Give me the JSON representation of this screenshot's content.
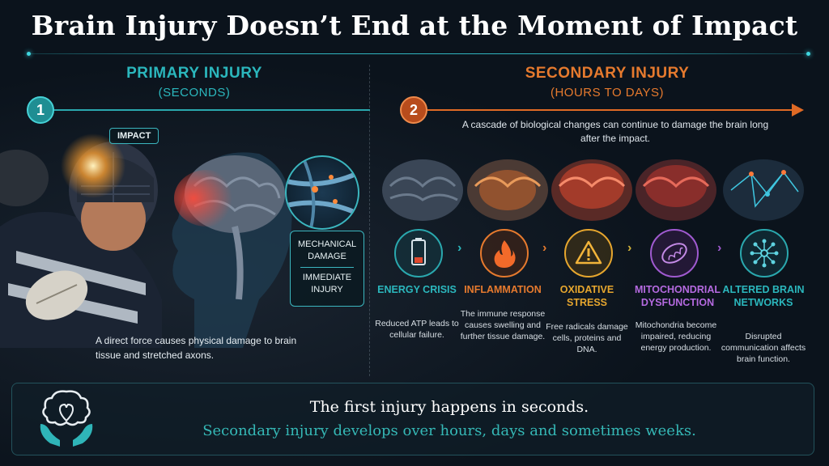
{
  "title": "Brain Injury Doesn’t End at the Moment of Impact",
  "colors": {
    "teal": "#2bb7bd",
    "orange": "#e67a2e",
    "yellow": "#e6a62e",
    "purple": "#b56ae0",
    "background": "#0b131c"
  },
  "primary": {
    "number": "1",
    "title": "PRIMARY INJURY",
    "timing": "(SECONDS)",
    "impact_label": "IMPACT",
    "effects": [
      "MECHANICAL DAMAGE",
      "IMMEDIATE INJURY"
    ],
    "caption": "A direct force causes physical damage to brain tissue and stretched axons."
  },
  "secondary": {
    "number": "2",
    "title": "SECONDARY INJURY",
    "timing": "(HOURS TO DAYS)",
    "description": "A cascade of biological changes can continue to damage the brain long after the impact."
  },
  "steps": [
    {
      "title": "ENERGY CRISIS",
      "icon": "battery-icon",
      "description": "Reduced ATP leads to cellular failure."
    },
    {
      "title": "INFLAMMATION",
      "icon": "flame-icon",
      "description": "The immune response causes swelling and further tissue damage."
    },
    {
      "title": "OXIDATIVE STRESS",
      "icon": "warning-icon",
      "description": "Free radicals damage cells, proteins and DNA."
    },
    {
      "title": "MITOCHONDRIAL DYSFUNCTION",
      "icon": "mitochondria-icon",
      "description": "Mitochondria become impaired, reducing energy production."
    },
    {
      "title": "ALTERED BRAIN NETWORKS",
      "icon": "network-icon",
      "description": "Disrupted communication affects brain function."
    }
  ],
  "summary": {
    "line1": "The first injury happens in seconds.",
    "line2": "Secondary injury develops over hours, days and sometimes weeks."
  }
}
